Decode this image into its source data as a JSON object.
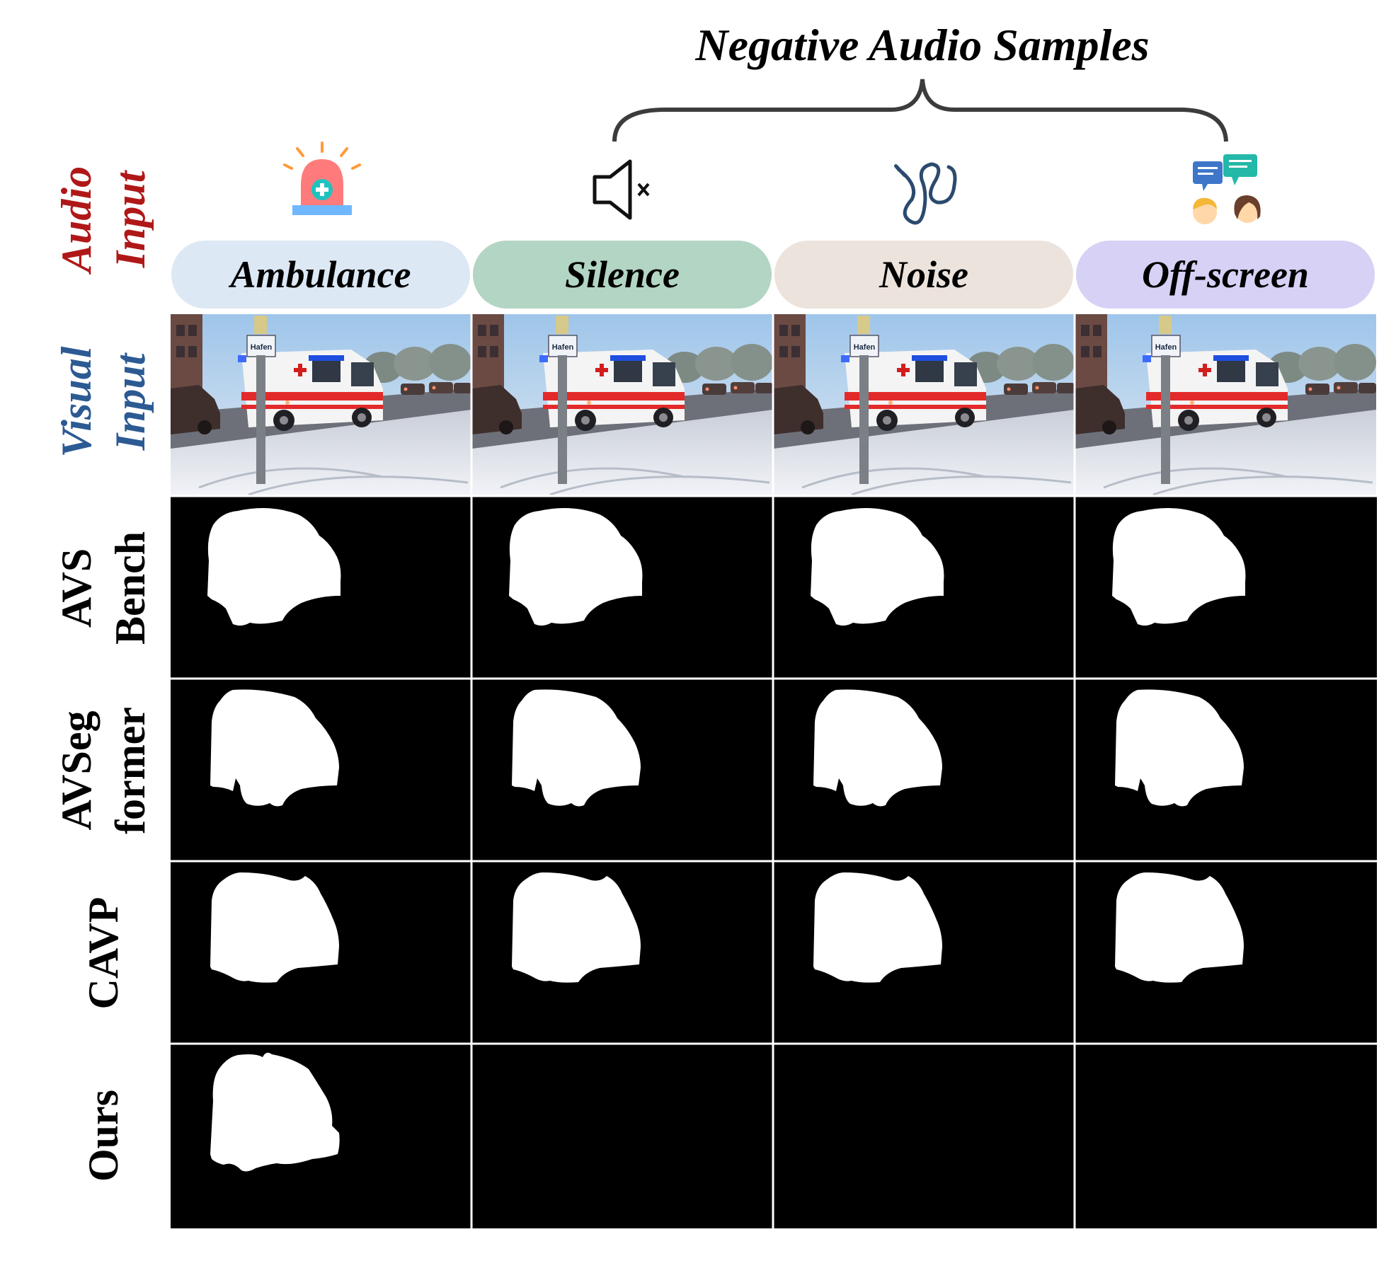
{
  "header": {
    "bracket_title": "Negative Audio Samples"
  },
  "row_labels": {
    "audio": {
      "line1": "Audio",
      "line2": "Input"
    },
    "visual": {
      "line1": "Visual",
      "line2": "Input"
    },
    "avsbench": {
      "line1": "AVS",
      "line2": "Bench"
    },
    "avsegformer": {
      "line1": "AVSeg",
      "line2": "former"
    },
    "cavp": {
      "line1": "CAVP"
    },
    "ours": {
      "line1": "Ours"
    }
  },
  "columns": [
    {
      "label": "Ambulance",
      "icon": "siren-icon",
      "pill_color": "#dce8f4"
    },
    {
      "label": "Silence",
      "icon": "speaker-mute-icon",
      "pill_color": "#b3d5c3"
    },
    {
      "label": "Noise",
      "icon": "squiggle-noise-icon",
      "pill_color": "#ece3dc"
    },
    {
      "label": "Off-screen",
      "icon": "people-chat-icon",
      "pill_color": "#d6d1f5"
    }
  ],
  "visual_input": {
    "sign_text": "Hafen"
  },
  "colors": {
    "audio_label": "#b01818",
    "visual_label": "#2c5a93",
    "method_label": "#000000",
    "mask_background": "#000000",
    "mask_foreground": "#ffffff"
  },
  "results": {
    "avsbench": [
      true,
      true,
      true,
      true
    ],
    "avsegformer": [
      true,
      true,
      true,
      true
    ],
    "cavp": [
      true,
      true,
      true,
      true
    ],
    "ours": [
      true,
      false,
      false,
      false
    ]
  }
}
